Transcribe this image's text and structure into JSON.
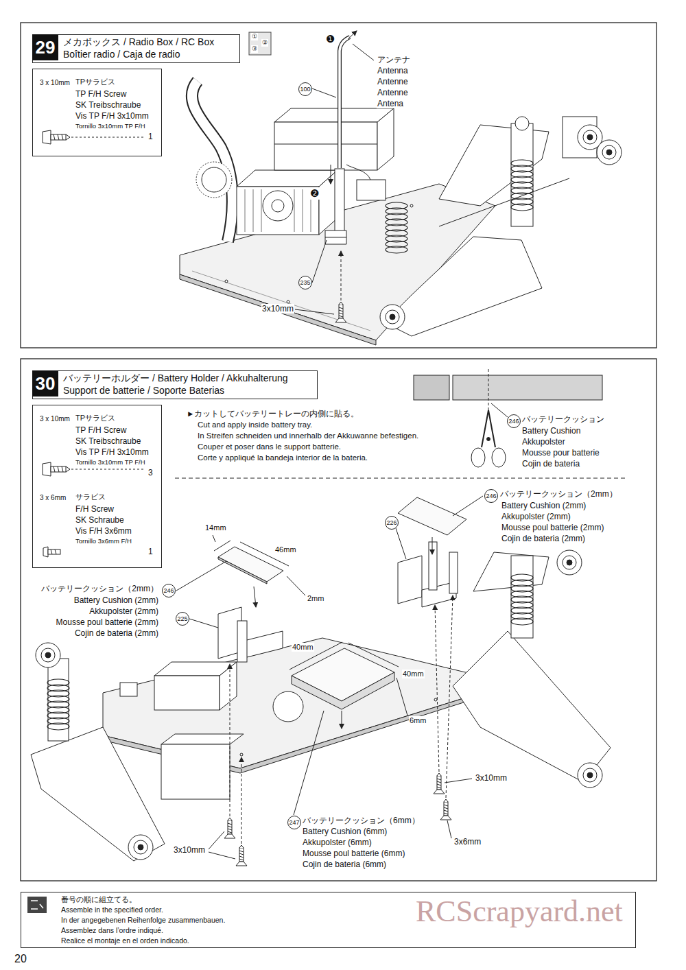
{
  "diagram": {
    "nodes": [
      {
        "text": [
          "29",
          "メカボックス / Radio Box / RC Box",
          "Boîtier radio / Caja de radio"
        ]
      },
      {
        "text": [
          "3 x 10mm",
          "TPサラビス",
          "TP F/H Screw",
          "SK Treibschraube",
          "Vis TP F/H 3x10mm",
          "Tornillo 3x10mm TP F/H",
          "1"
        ]
      },
      {
        "text": [
          "30",
          "バッテリーホルダー / Battery Holder / Akkuhalterung",
          "Support de batterie / Soporte Baterias"
        ]
      },
      {
        "text": [
          "3 x 10mm",
          "TPサラビス",
          "TP F/H Screw",
          "SK Treibschraube",
          "Vis TP F/H 3x10mm",
          "Tornillo 3x10mm TP F/H",
          "3",
          "3 x 6mm",
          "サラビス",
          "F/H Screw",
          "SK Schraube",
          "Vis F/H 3x6mm",
          "Tornillo 3x6mm F/H",
          "1"
        ]
      },
      {
        "text": [
          "番号の順に組立てる。",
          "Assemble in the specified order.",
          "In der angegebenen Reihenfolge zusammenbauen.",
          "Assemblez dans l’ordre indiqué.",
          "Realice el montaje en el orden indicado."
        ]
      }
    ],
    "labels": [
      "①",
      "②",
      "③",
      "❶",
      "アンテナ",
      "Antenna",
      "Antenne",
      "Antenne",
      "Antena",
      "100",
      "❷",
      "235",
      "3x10mm",
      "►カットしてバッテリートレーの内側に貼る。",
      "Cut and apply inside battery tray.",
      "In Streifen schneiden und innerhalb der Akkuwanne befestigen.",
      "Couper et poser dans le support batterie.",
      "Corte y appliqué la bandeja interior de la bateria.",
      "246",
      "バッテリークッション",
      "Battery Cushion",
      "Akkupolster",
      "Mousse pour batterie",
      "Cojin de bateria",
      "246",
      "バッテリークッション（2mm）",
      "Battery Cushion (2mm)",
      "Akkupolster (2mm)",
      "Mousse poul batterie (2mm)",
      "Cojin de bateria (2mm)",
      "226",
      "14mm",
      "46mm",
      "2mm",
      "バッテリークッション（2mm）",
      "246",
      "Battery Cushion (2mm)",
      "Akkupolster (2mm)",
      "Mousse poul batterie (2mm)",
      "Cojin de bateria (2mm)",
      "225",
      "40mm",
      "40mm",
      "6mm",
      "3x10mm",
      "3x6mm",
      "3x10mm",
      "247",
      "バッテリークッション（6mm）",
      "Battery Cushion (6mm)",
      "Akkupolster (6mm)",
      "Mousse poul batterie (6mm)",
      "Cojin de bateria (6mm)",
      "20",
      "RCScrapyard.net"
    ]
  }
}
